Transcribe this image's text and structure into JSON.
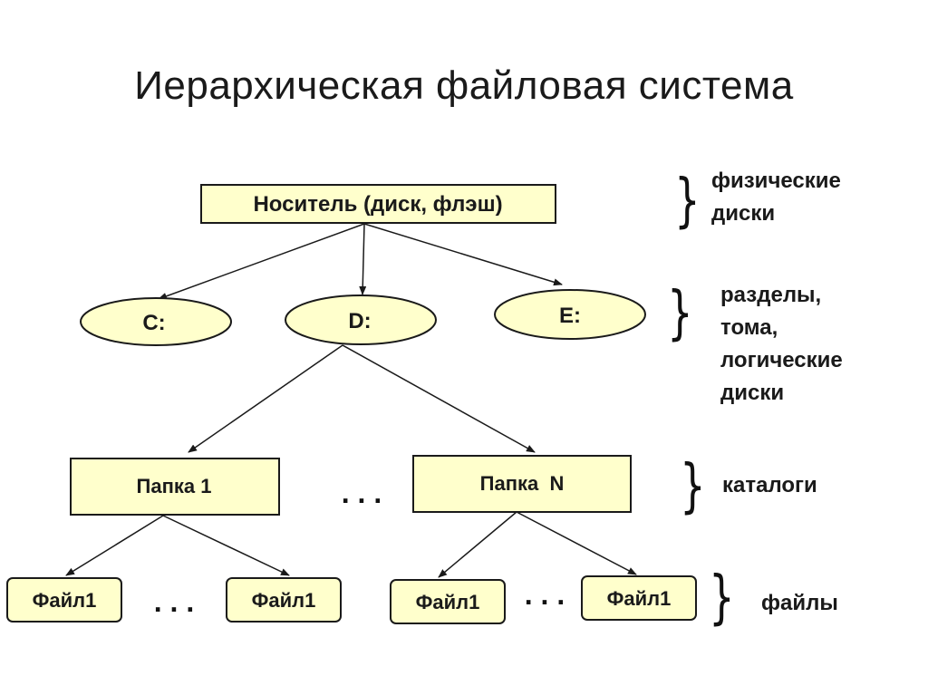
{
  "title": "Иерархическая файловая система",
  "nodes": {
    "root": "Носитель (диск, флэш)",
    "drive_c": "C:",
    "drive_d": "D:",
    "drive_e": "E:",
    "folder_1": "Папка 1",
    "folder_n": "Папка  N",
    "file_1": "Файл1",
    "file_2": "Файл1",
    "file_3": "Файл1",
    "file_4": "Файл1"
  },
  "ellipsis": ". . .",
  "levels": {
    "physical": "физические\nдиски",
    "partitions": "разделы,\nтома,\nлогические\nдиски",
    "catalogs": "каталоги",
    "files": "файлы"
  },
  "colors": {
    "node_fill": "#ffffcc",
    "stroke": "#1a1a1a"
  }
}
